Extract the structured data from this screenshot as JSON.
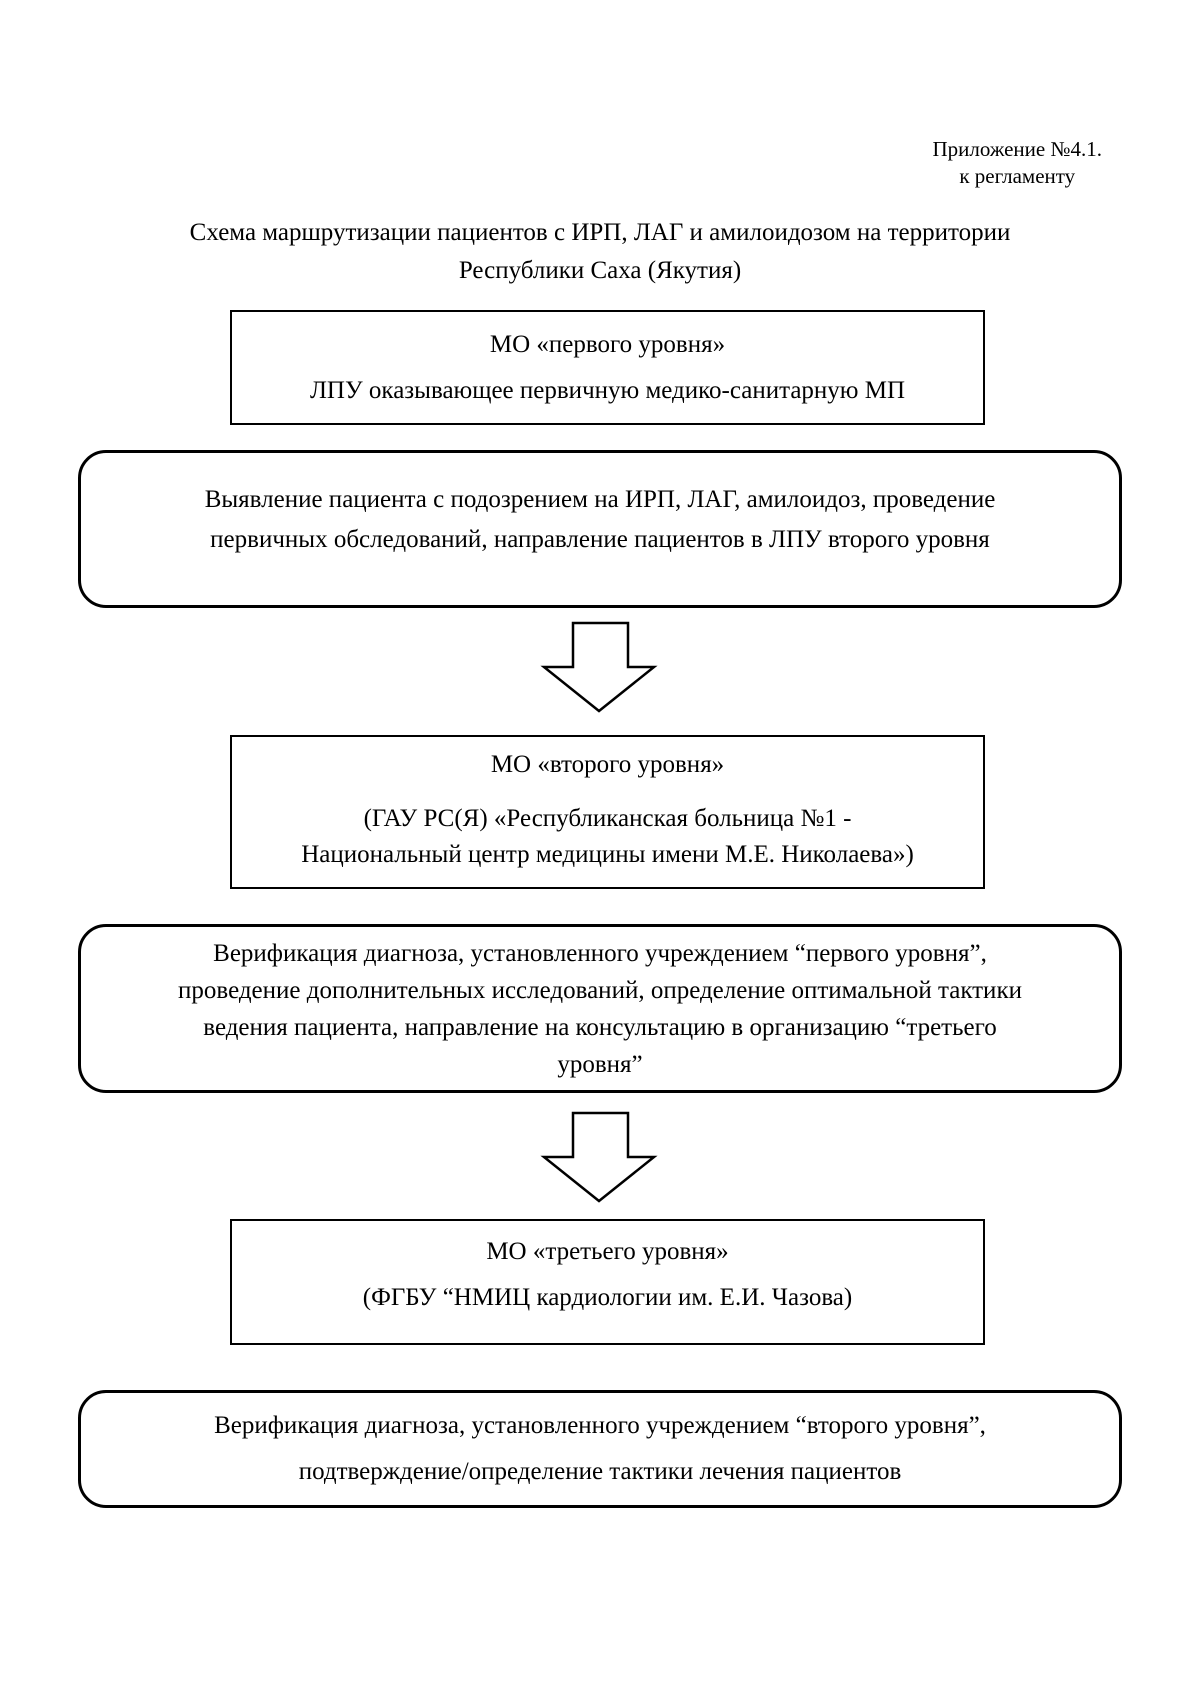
{
  "page": {
    "background": "#ffffff",
    "text_color": "#000000",
    "border_color": "#000000",
    "annotation": {
      "line1": "Приложение №4.1.",
      "line2": "к регламенту"
    },
    "title": {
      "line1": "Схема маршрутизации пациентов с ИРП, ЛАГ и амилоидозом на территории",
      "line2": "Республики Саха (Якутия)"
    }
  },
  "flowchart": {
    "icons": {
      "connector": "down-block-arrow"
    },
    "nodes": [
      {
        "id": "mo-level-1",
        "shape": "rectangle",
        "lines": [
          "МО «первого уровня»",
          "ЛПУ оказывающее первичную медико-санитарную МП"
        ]
      },
      {
        "id": "level-1-action",
        "shape": "rounded",
        "lines": [
          "Выявление пациента с подозрением на ИРП, ЛАГ, амилоидоз, проведение",
          "первичных обследований, направление пациентов в ЛПУ второго уровня"
        ]
      },
      {
        "id": "mo-level-2",
        "shape": "rectangle",
        "lines": [
          "МО «второго уровня»",
          "(ГАУ РС(Я) «Республиканская больница №1 -",
          "Национальный центр медицины имени М.Е. Николаева»)"
        ]
      },
      {
        "id": "level-2-action",
        "shape": "rounded",
        "lines": [
          "Верификация диагноза, установленного учреждением “первого уровня”,",
          "проведение дополнительных исследований, определение оптимальной тактики",
          "ведения пациента, направление на консультацию в организацию “третьего",
          "уровня”"
        ]
      },
      {
        "id": "mo-level-3",
        "shape": "rectangle",
        "lines": [
          "МО «третьего уровня»",
          "(ФГБУ “НМИЦ кардиологии им. Е.И. Чазова)"
        ]
      },
      {
        "id": "level-3-action",
        "shape": "rounded",
        "lines": [
          "Верификация диагноза, установленного учреждением “второго уровня”,",
          "подтверждение/определение тактики лечения пациентов"
        ]
      }
    ]
  }
}
